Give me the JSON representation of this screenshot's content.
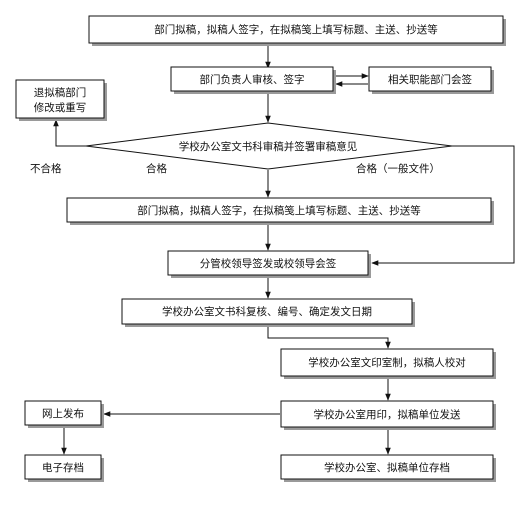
{
  "nodes": {
    "draft_sign": "部门拟稿，拟稿人签字，在拟稿笺上填写标题、主送、抄送等",
    "dept_head_review": "部门负责人审核、签字",
    "related_dept_cosign": "相关职能部门会签",
    "return_line1": "退拟稿部门",
    "return_line2": "修改或重写",
    "secretariat_review": "学校办公室文书科审稿并签署审稿意见",
    "redraft_sign": "部门拟稿，拟稿人签字，在拟稿笺上填写标题、主送、抄送等",
    "leader_sign": "分管校领导签发或校领导会签",
    "recheck_number": "学校办公室文书科复核、编号、确定发文日期",
    "print_proofread": "学校办公室文印室制，拟稿人校对",
    "seal_dispatch": "学校办公室用印，拟稿单位发送",
    "publish_online": "网上发布",
    "electronic_archive": "电子存档",
    "office_archive": "学校办公室、拟稿单位存档"
  },
  "labels": {
    "fail": "不合格",
    "pass": "合格",
    "pass_general": "合格（一般文件）"
  }
}
